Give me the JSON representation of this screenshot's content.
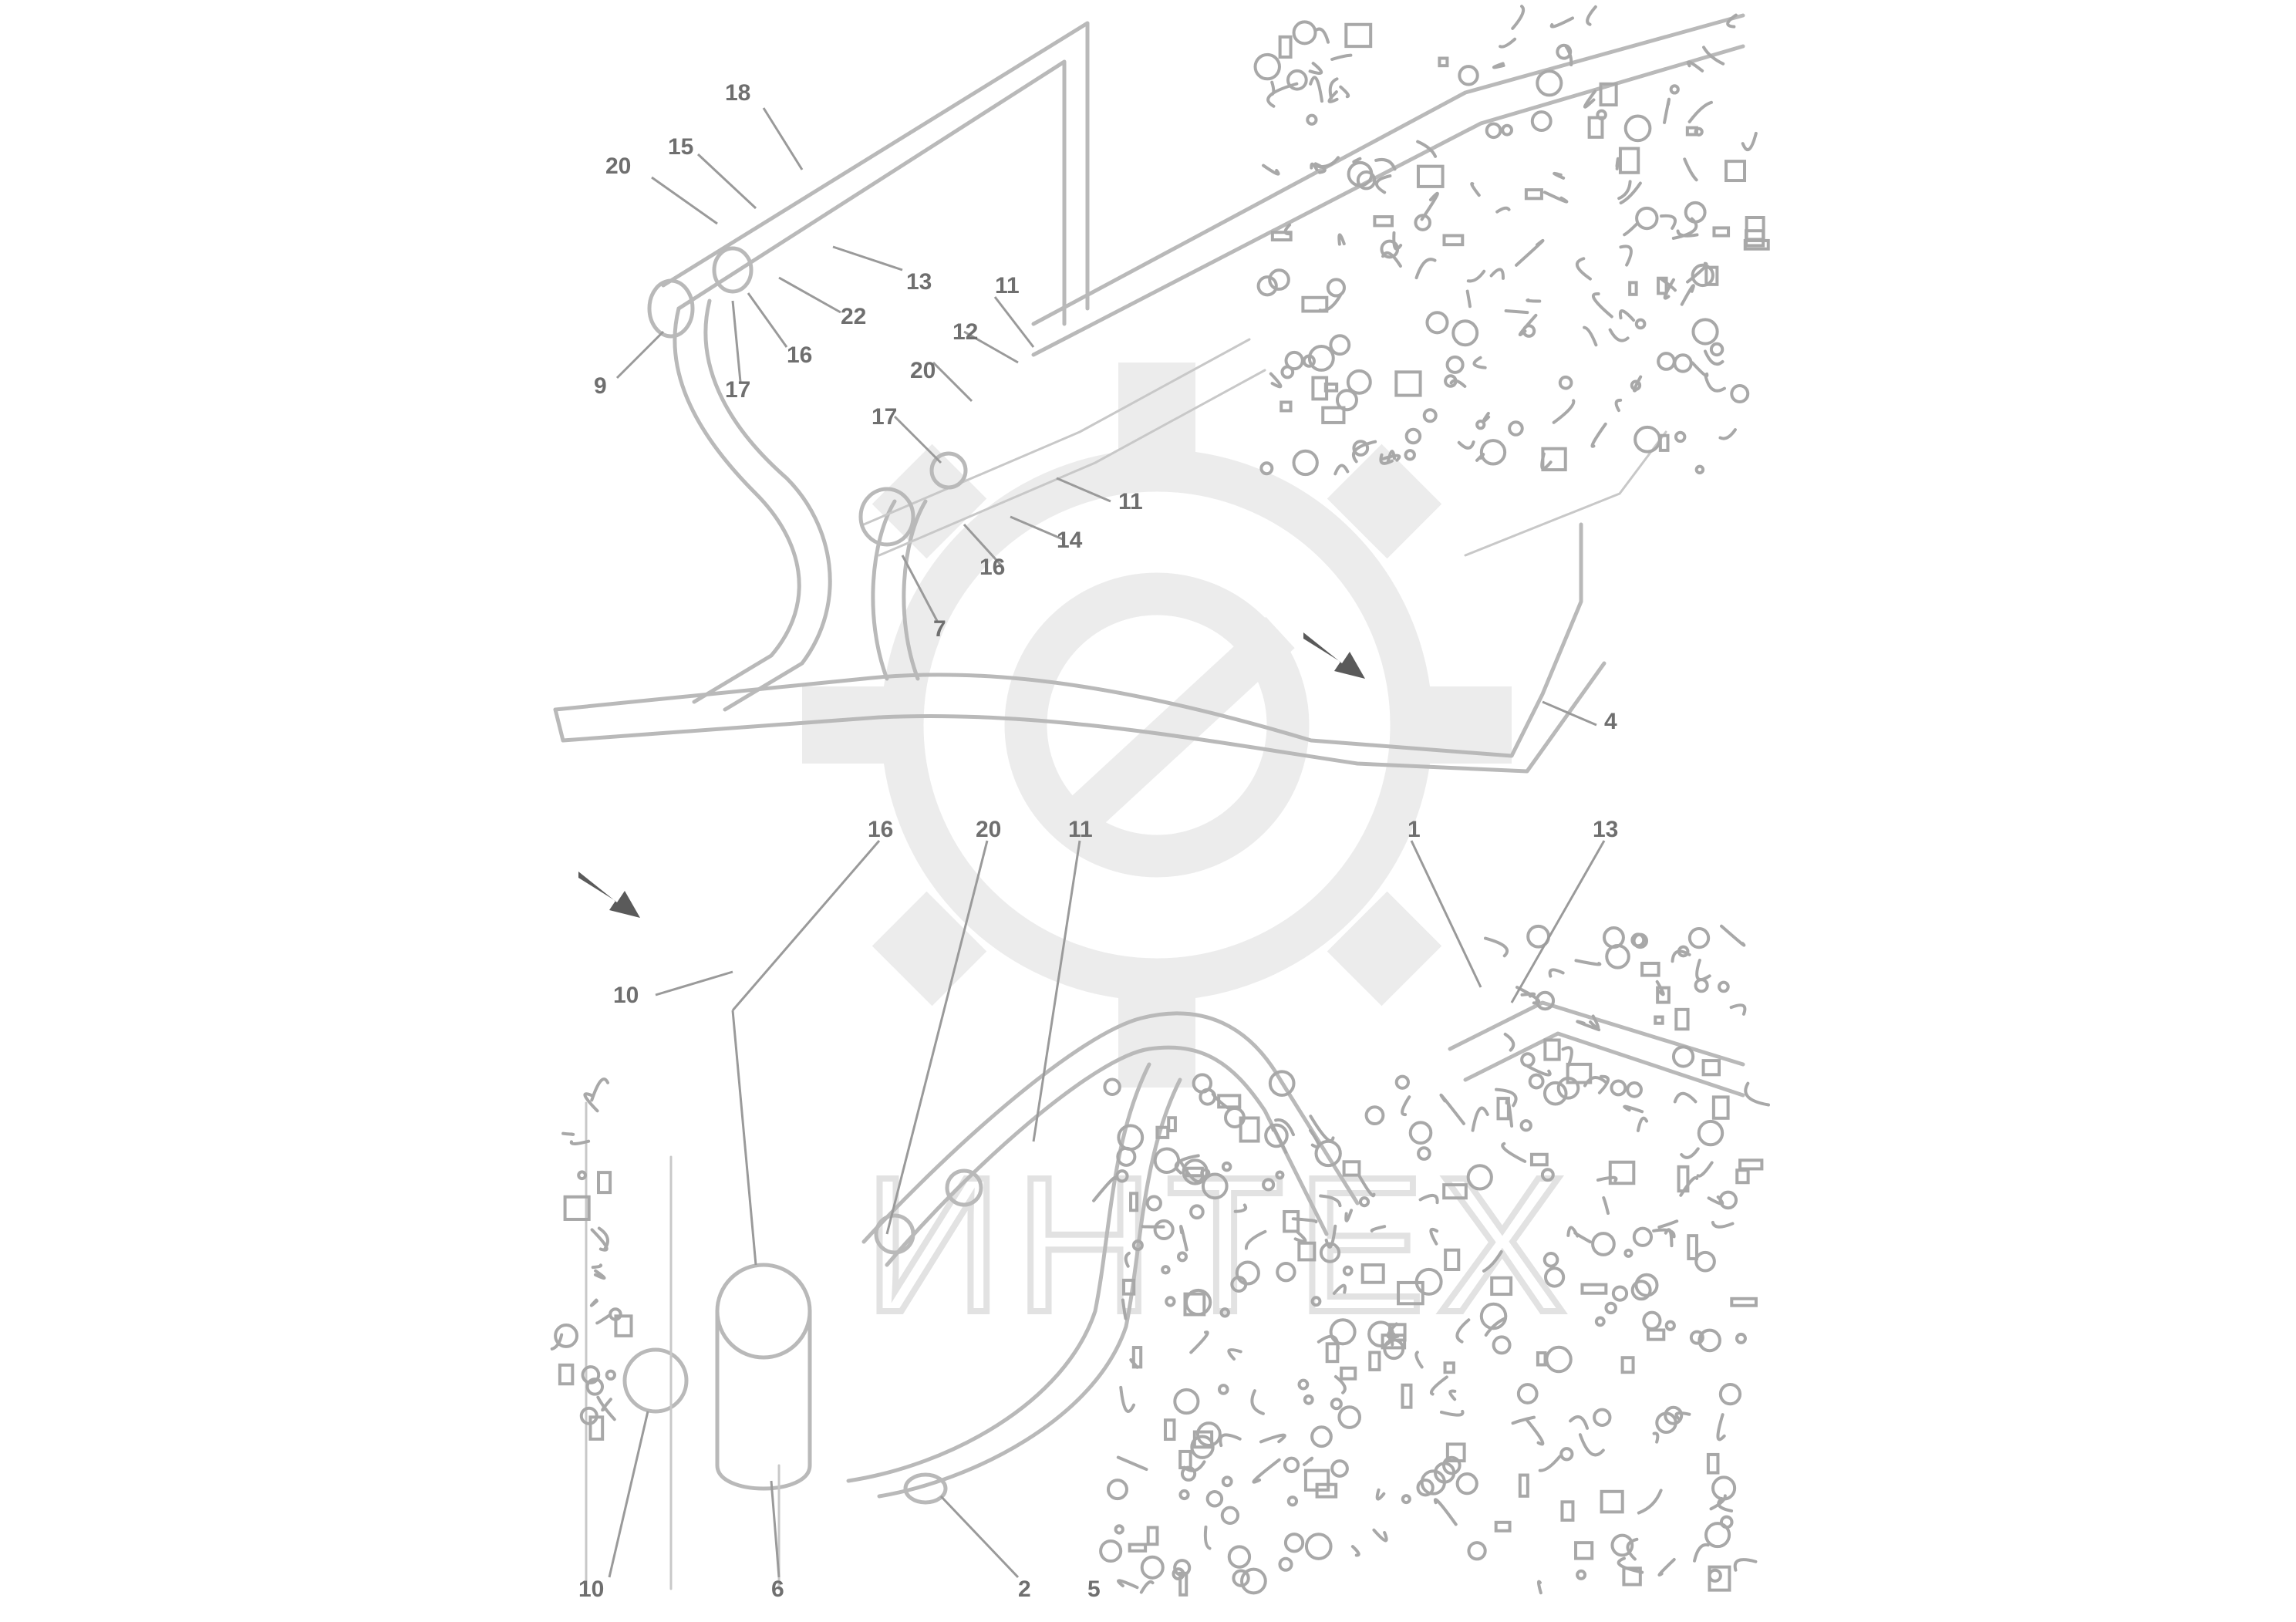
{
  "watermark": {
    "text": "ИНТЕХ"
  },
  "callouts": [
    {
      "id": "c1",
      "label": "18"
    },
    {
      "id": "c2",
      "label": "20"
    },
    {
      "id": "c3",
      "label": "15"
    },
    {
      "id": "c4",
      "label": "13"
    },
    {
      "id": "c5",
      "label": "22"
    },
    {
      "id": "c6",
      "label": "9"
    },
    {
      "id": "c7",
      "label": "17"
    },
    {
      "id": "c8",
      "label": "16"
    },
    {
      "id": "c9",
      "label": "11"
    },
    {
      "id": "c10",
      "label": "12"
    },
    {
      "id": "c11",
      "label": "20"
    },
    {
      "id": "c12",
      "label": "17"
    },
    {
      "id": "c13",
      "label": "11"
    },
    {
      "id": "c14",
      "label": "14"
    },
    {
      "id": "c15",
      "label": "16"
    },
    {
      "id": "c16",
      "label": "7"
    },
    {
      "id": "c17",
      "label": "4"
    },
    {
      "id": "c18",
      "label": "16"
    },
    {
      "id": "c19",
      "label": "20"
    },
    {
      "id": "c20",
      "label": "11"
    },
    {
      "id": "c21",
      "label": "1"
    },
    {
      "id": "c22",
      "label": "13"
    },
    {
      "id": "c23",
      "label": "10"
    },
    {
      "id": "c24",
      "label": "10"
    },
    {
      "id": "c25",
      "label": "6"
    },
    {
      "id": "c26",
      "label": "2"
    },
    {
      "id": "c27",
      "label": "5"
    }
  ]
}
